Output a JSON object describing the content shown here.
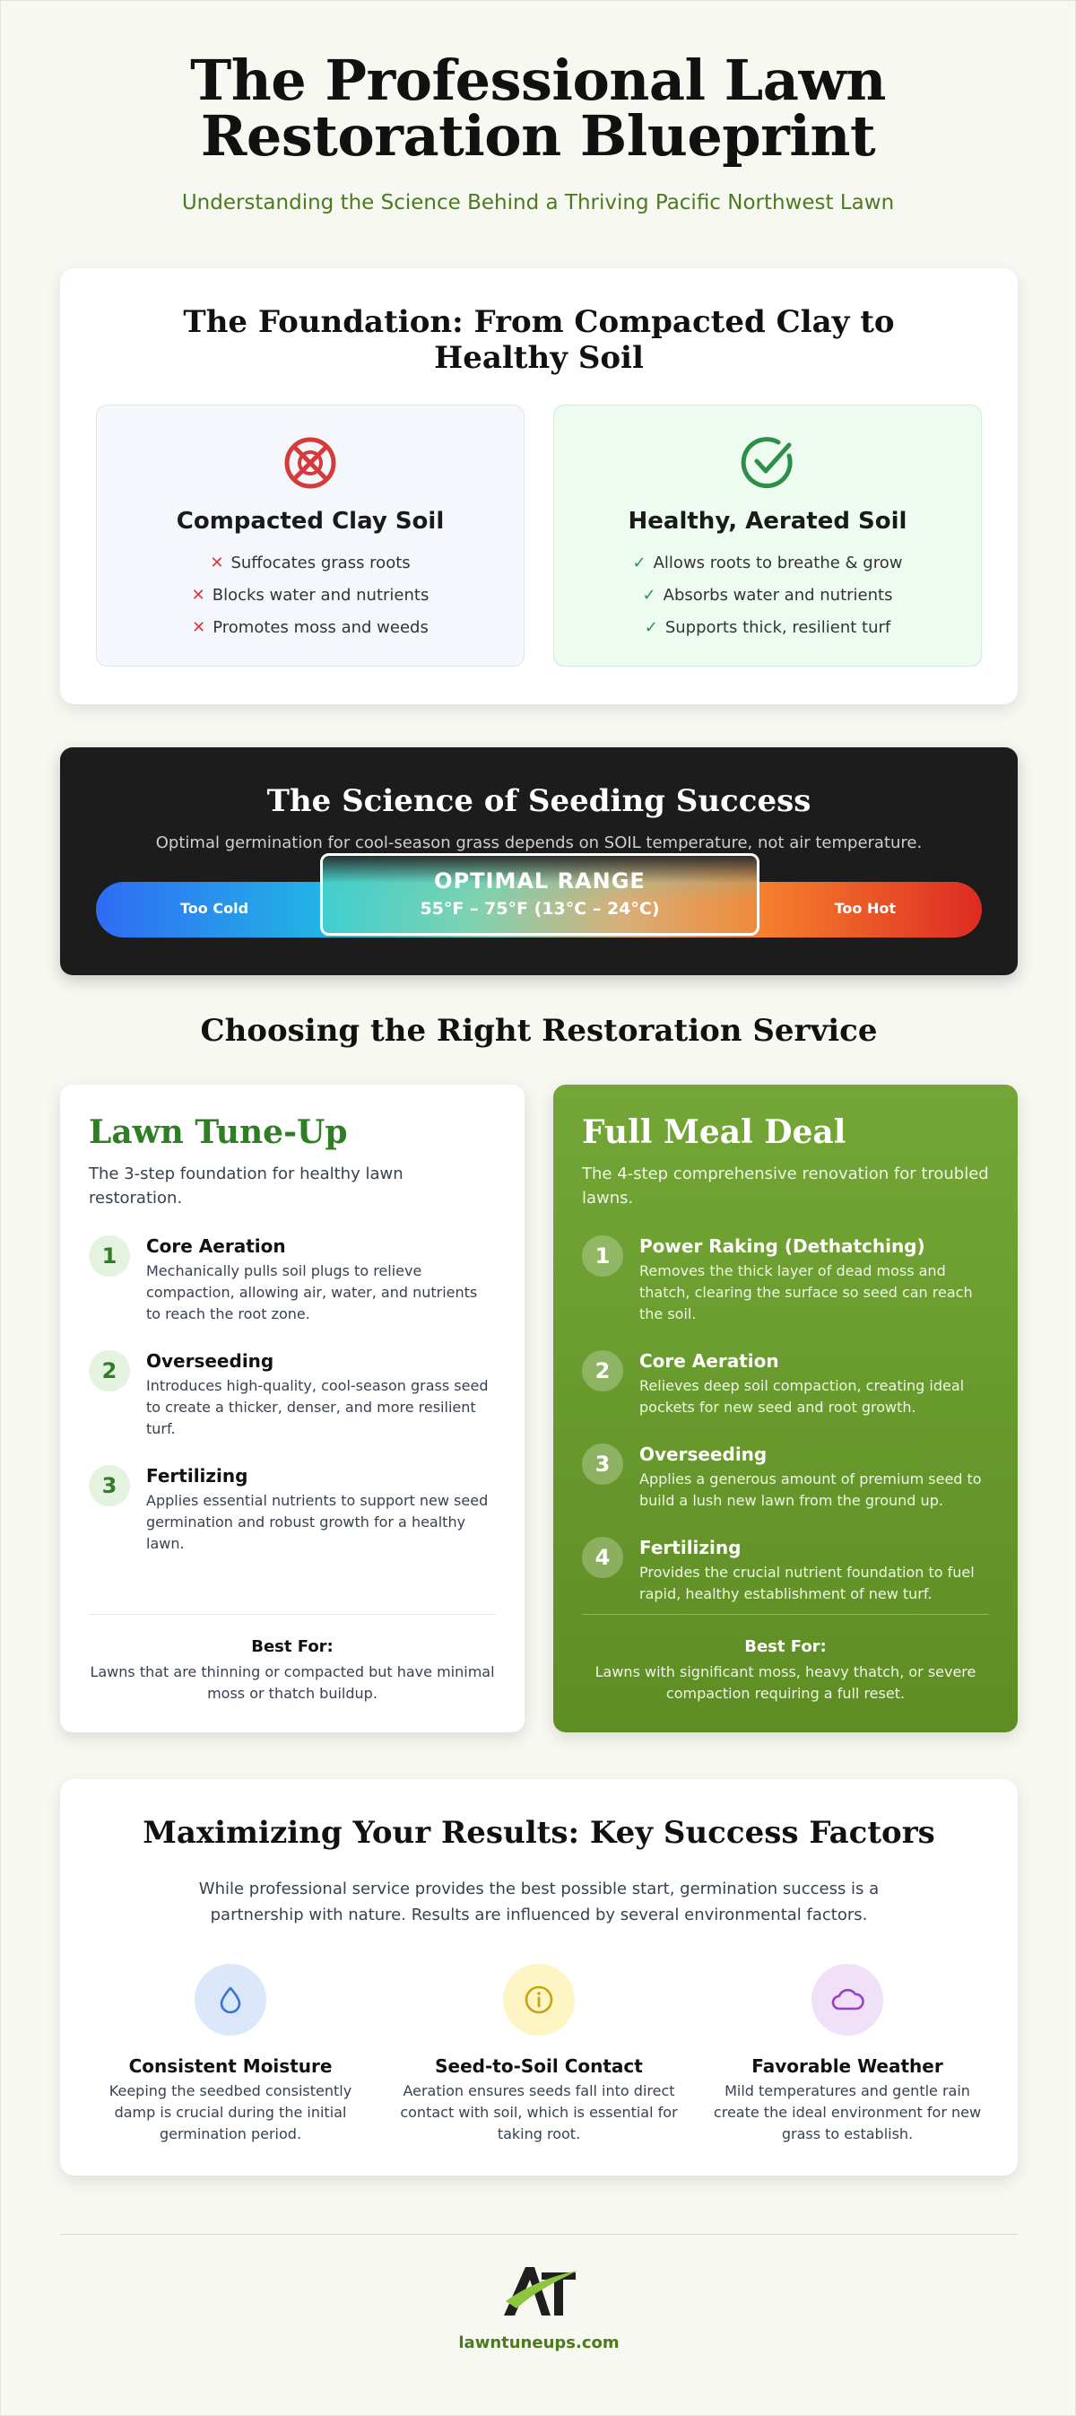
{
  "header": {
    "title_line1": "The Professional Lawn",
    "title_line2": "Restoration Blueprint",
    "subtitle": "Understanding the Science Behind a Thriving Pacific Northwest Lawn"
  },
  "foundation": {
    "title": "The Foundation: From Compacted Clay to Healthy Soil",
    "bad": {
      "icon": "compacted-soil-icon",
      "heading": "Compacted Clay Soil",
      "items": [
        "Suffocates grass roots",
        "Blocks water and nutrients",
        "Promotes moss and weeds"
      ]
    },
    "good": {
      "icon": "check-circle-icon",
      "heading": "Healthy, Aerated Soil",
      "items": [
        "Allows roots to breathe & grow",
        "Absorbs water and nutrients",
        "Supports thick, resilient turf"
      ]
    }
  },
  "science": {
    "title": "The Science of Seeding Success",
    "description": "Optimal germination for cool-season grass depends on SOIL temperature, not air temperature.",
    "too_cold": "Too Cold",
    "too_hot": "Too Hot",
    "optimal_label": "OPTIMAL RANGE",
    "optimal_range": "55°F – 75°F (13°C – 24°C)"
  },
  "services": {
    "title": "Choosing the Right Restoration Service",
    "tuneup": {
      "name": "Lawn Tune-Up",
      "intro": "The 3-step foundation for healthy lawn restoration.",
      "steps": [
        {
          "num": "1",
          "title": "Core Aeration",
          "desc": "Mechanically pulls soil plugs to relieve compaction, allowing air, water, and nutrients to reach the root zone."
        },
        {
          "num": "2",
          "title": "Overseeding",
          "desc": "Introduces high-quality, cool-season grass seed to create a thicker, denser, and more resilient turf."
        },
        {
          "num": "3",
          "title": "Fertilizing",
          "desc": "Applies essential nutrients to support new seed germination and robust growth for a healthy lawn."
        }
      ],
      "best_for_label": "Best For:",
      "best_for": "Lawns that are thinning or compacted but have minimal moss or thatch buildup."
    },
    "fullmeal": {
      "name": "Full Meal Deal",
      "intro": "The 4-step comprehensive renovation for troubled lawns.",
      "steps": [
        {
          "num": "1",
          "title": "Power Raking (Dethatching)",
          "desc": "Removes the thick layer of dead moss and thatch, clearing the surface so seed can reach the soil."
        },
        {
          "num": "2",
          "title": "Core Aeration",
          "desc": "Relieves deep soil compaction, creating ideal pockets for new seed and root growth."
        },
        {
          "num": "3",
          "title": "Overseeding",
          "desc": "Applies a generous amount of premium seed to build a lush new lawn from the ground up."
        },
        {
          "num": "4",
          "title": "Fertilizing",
          "desc": "Provides the crucial nutrient foundation to fuel rapid, healthy establishment of new turf."
        }
      ],
      "best_for_label": "Best For:",
      "best_for": "Lawns with significant moss, heavy thatch, or severe compaction requiring a full reset."
    }
  },
  "factors": {
    "title": "Maximizing Your Results: Key Success Factors",
    "lead": "While professional service provides the best possible start, germination success is a partnership with nature. Results are influenced by several environmental factors.",
    "items": [
      {
        "icon": "water-drop-icon",
        "title": "Consistent Moisture",
        "desc": "Keeping the seedbed consistently damp is crucial during the initial germination period.",
        "bg": "#dbe8fb",
        "color": "#3a73d6"
      },
      {
        "icon": "info-icon",
        "title": "Seed-to-Soil Contact",
        "desc": "Aeration ensures seeds fall into direct contact with soil, which is essential for taking root.",
        "bg": "#fdf6c4",
        "color": "#c9a20f"
      },
      {
        "icon": "cloud-icon",
        "title": "Favorable Weather",
        "desc": "Mild temperatures and gentle rain create the ideal environment for new grass to establish.",
        "bg": "#f0e0f8",
        "color": "#9a3fc7"
      }
    ]
  },
  "footer": {
    "logo_text": "AT",
    "site": "lawntuneups.com"
  },
  "colors": {
    "accent_green": "#4d7a1e",
    "bad_red": "#d63b3b",
    "good_green": "#2e8f4a"
  }
}
